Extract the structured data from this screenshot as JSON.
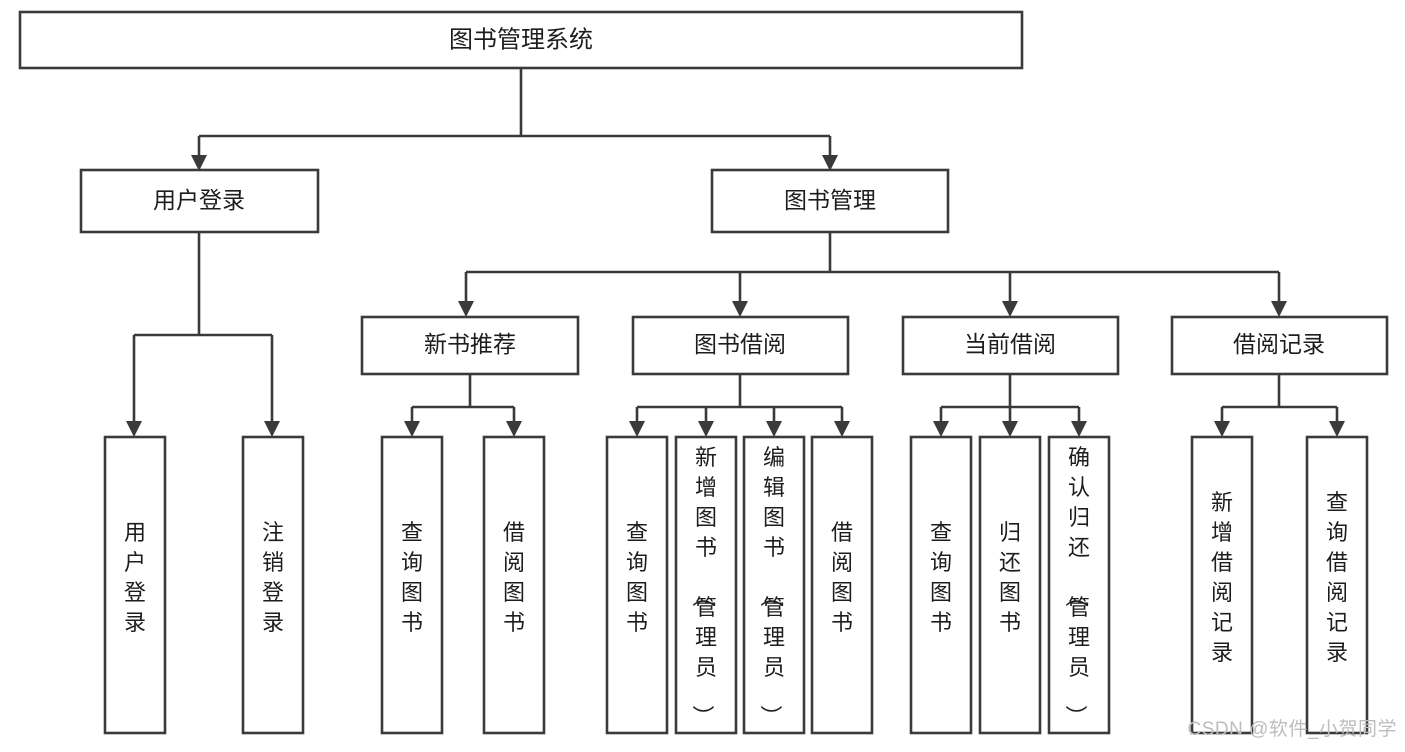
{
  "diagram": {
    "type": "tree",
    "title": "图书管理系统",
    "watermark": "CSDN @软件_小贺同学",
    "colors": {
      "box_stroke": "#3a3a3a",
      "box_fill": "#ffffff",
      "text": "#1d1d1d",
      "background": "#ffffff",
      "watermark": "#bdbdbd"
    },
    "root": {
      "label": "图书管理系统"
    },
    "level2": [
      {
        "label": "用户登录"
      },
      {
        "label": "图书管理"
      }
    ],
    "level3": [
      {
        "label": "新书推荐"
      },
      {
        "label": "图书借阅"
      },
      {
        "label": "当前借阅"
      },
      {
        "label": "借阅记录"
      }
    ],
    "leaves": {
      "user_login": [
        {
          "label": "用户登录"
        },
        {
          "label": "注销登录"
        }
      ],
      "new_book_recommend": [
        {
          "label": "查询图书"
        },
        {
          "label": "借阅图书"
        }
      ],
      "book_borrow": [
        {
          "label": "查询图书"
        },
        {
          "label": "新增图书（管理员）"
        },
        {
          "label": "编辑图书（管理员）"
        },
        {
          "label": "借阅图书"
        }
      ],
      "current_borrow": [
        {
          "label": "查询图书"
        },
        {
          "label": "归还图书"
        },
        {
          "label": "确认归还（管理员）"
        }
      ],
      "borrow_record": [
        {
          "label": "新增借阅记录"
        },
        {
          "label": "查询借阅记录"
        }
      ]
    }
  }
}
